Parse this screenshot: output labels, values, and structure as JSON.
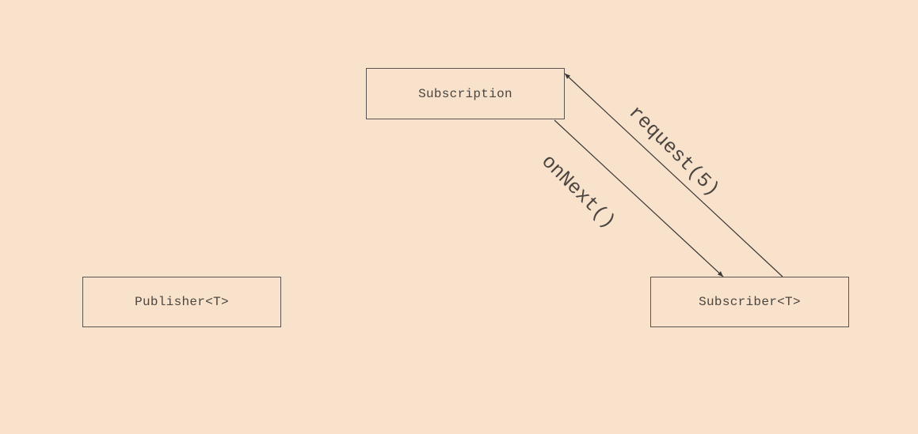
{
  "nodes": {
    "subscription": "Subscription",
    "publisher": "Publisher<T>",
    "subscriber": "Subscriber<T>"
  },
  "edges": {
    "on_next": "onNext()",
    "request": "request(5)"
  }
}
